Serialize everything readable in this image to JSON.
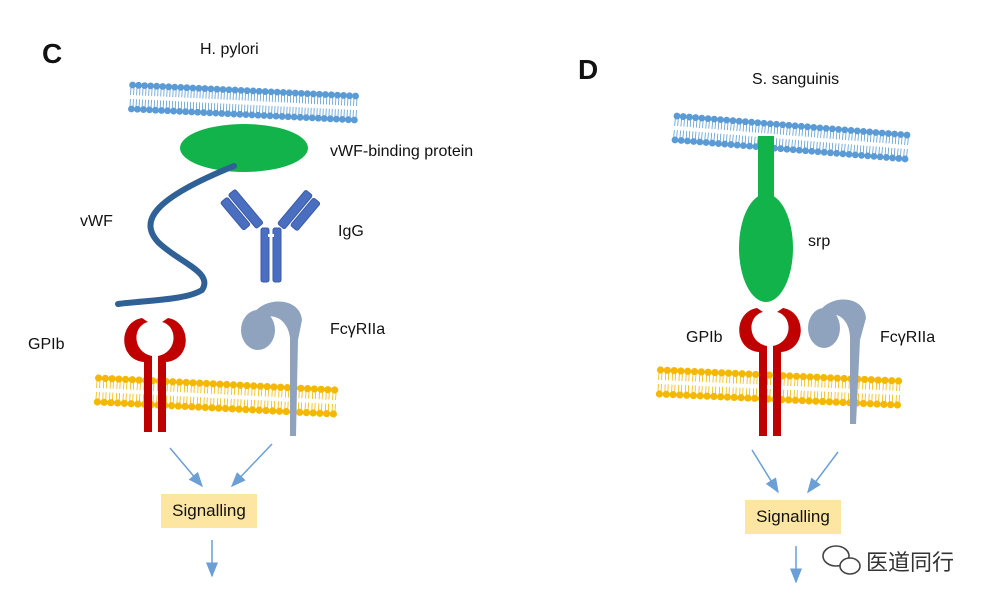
{
  "panel_c": {
    "letter": "C",
    "organism": "H. pylori",
    "labels": {
      "binding_protein": "vWF-binding protein",
      "vwf": "vWF",
      "igg": "IgG",
      "gpib": "GPIb",
      "fcgr": "FcγRIIa"
    },
    "signal": "Signalling"
  },
  "panel_d": {
    "letter": "D",
    "organism": "S. sanguinis",
    "labels": {
      "srp": "srp",
      "gpib": "GPIb",
      "fcgr": "FcγRIIa"
    },
    "signal": "Signalling"
  },
  "watermark": "医道同行",
  "colors": {
    "bacterial_membrane": "#5b9bd5",
    "platelet_membrane": "#f5b800",
    "green_protein": "#12b34a",
    "vwf_strand": "#2f6096",
    "igg": "#4a6fc0",
    "gpib": "#c00000",
    "fcgr": "#8fa3bf",
    "arrow": "#6b9fd6",
    "signal_box": "#fde6a2"
  }
}
